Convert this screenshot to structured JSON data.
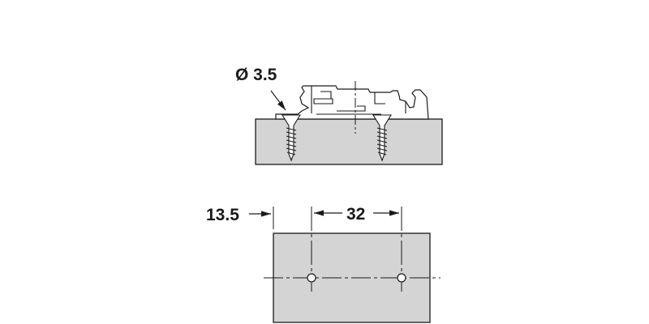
{
  "labels": {
    "screw_diameter": "Ø 3.5",
    "edge_offset": "13.5",
    "hole_spacing": "32"
  },
  "colors": {
    "board_fill": "#d4d4d4",
    "line": "#1a1a1a",
    "background": "#ffffff"
  }
}
